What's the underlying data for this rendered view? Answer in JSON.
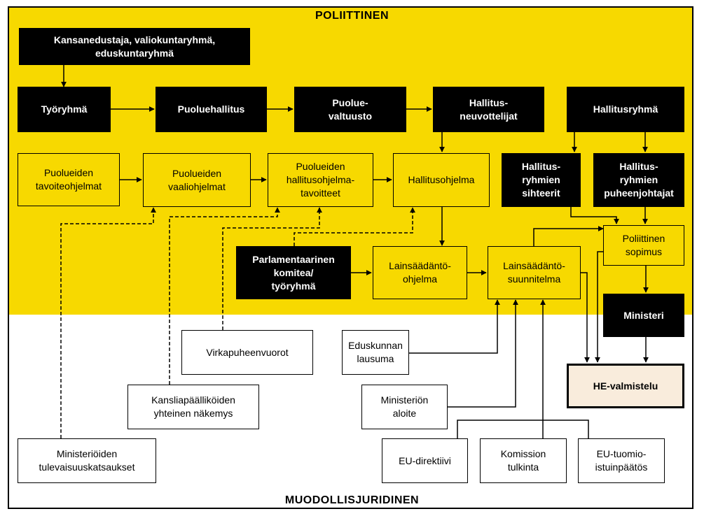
{
  "sections": {
    "top": "POLIITTINEN",
    "bottom": "MUODOLLISJURIDINEN"
  },
  "nodes": {
    "kansanedustaja": "Kansanedustaja, valiokuntaryhmä,\neduskuntaryhmä",
    "tyoryhma": "Työryhmä",
    "puoluehallitus": "Puoluehallitus",
    "puoluevaltuusto": "Puolue-\nvaltuusto",
    "hallitusneuvottelijat": "Hallitus-\nneuvottelijat",
    "hallitusryhma": "Hallitusryhmä",
    "tavoiteohjelmat": "Puolueiden\ntavoiteohjelmat",
    "vaaliohjelmat": "Puolueiden\nvaaliohjelmat",
    "hallitusohjelmatavoitteet": "Puolueiden\nhallitusohjelma-\ntavoitteet",
    "hallitusohjelma": "Hallitusohjelma",
    "sihteerit": "Hallitus-\nryhmien\nsihteerit",
    "puheenjohtajat": "Hallitus-\nryhmien\npuheenjohtajat",
    "poliittinen_sopimus": "Poliittinen\nsopimus",
    "parlamentaarinen": "Parlamentaarinen\nkomitea/\ntyöryhmä",
    "lainsaadantoohjelma": "Lainsäädäntö-\nohjelma",
    "lainsaadantosuunnitelma": "Lainsäädäntö-\nsuunnitelma",
    "ministeri": "Ministeri",
    "virkapuheenvuorot": "Virkapuheenvuorot",
    "eduskunnan_lausuma": "Eduskunnan\nlausuma",
    "kansliapaallikot": "Kansliapäälliköiden\nyhteinen näkemys",
    "ministerion_aloite": "Ministeriön\naloite",
    "he_valmistelu": "HE-valmistelu",
    "tulevaisuuskatsaukset": "Ministeriöiden\ntulevaisuuskatsaukset",
    "eu_direktiivi": "EU-direktiivi",
    "komission_tulkinta": "Komission\ntulkinta",
    "eu_tuomioistuin": "EU-tuomio-\nistuinpäätös"
  }
}
